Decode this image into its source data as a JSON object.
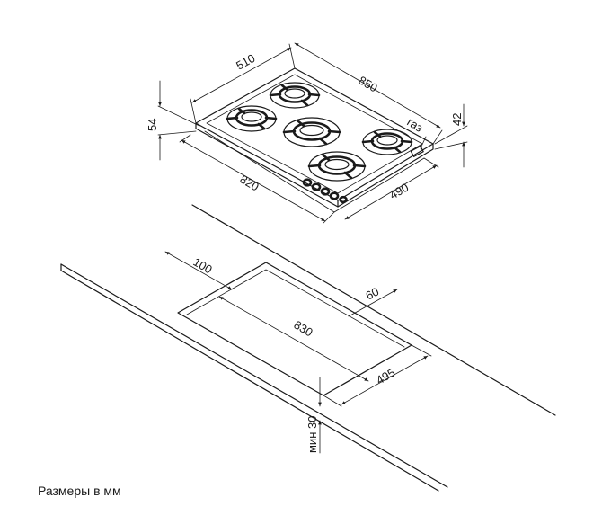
{
  "hob": {
    "width_label": "850",
    "depth_label": "510",
    "height_label": "54",
    "gas_height_label": "42",
    "gas_label": "газ",
    "base_width_label": "820",
    "base_depth_label": "490"
  },
  "cutout": {
    "offset_back_label": "100",
    "offset_side_label": "60",
    "width_label": "830",
    "depth_label": "495",
    "min_thickness_label": "мин 30"
  },
  "caption": "Размеры в мм"
}
